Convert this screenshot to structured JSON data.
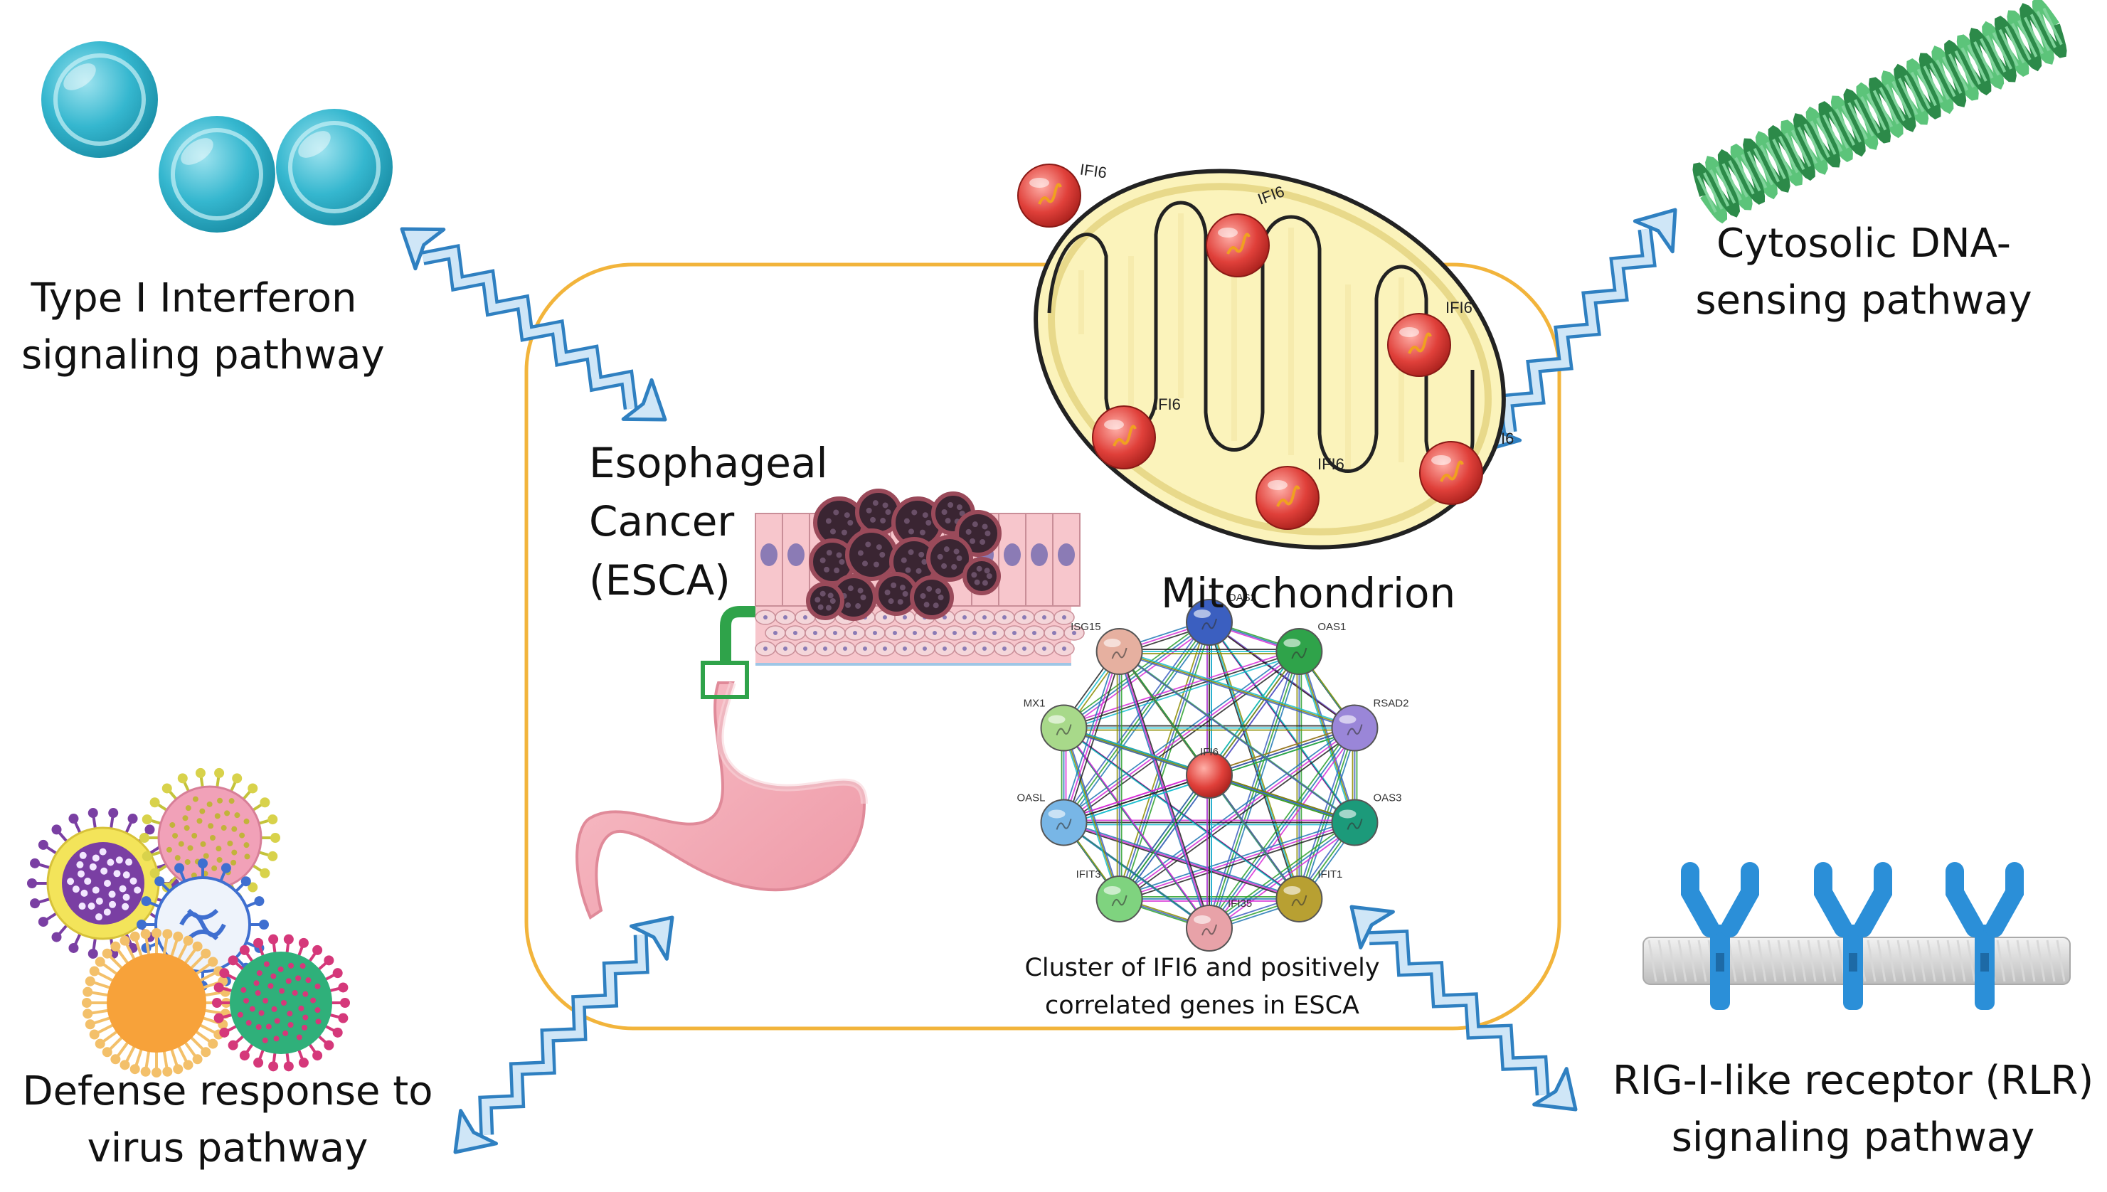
{
  "colors": {
    "frame": "#f2b43b",
    "arrow_fill": "#cfe6f7",
    "arrow_stroke": "#2f80c1",
    "mito_fill": "#fbf3bb",
    "protein_red": "#e0403a",
    "receptor_blue": "#2b8fd8",
    "dna_green": "#3aa85a",
    "stomach_pink": "#f4a9b5"
  },
  "labels": {
    "type1": [
      "Type I Interferon",
      "signaling pathway"
    ],
    "cytosolic": [
      "Cytosolic DNA-",
      "sensing pathway"
    ],
    "defense": [
      "Defense response to",
      "virus pathway"
    ],
    "rlr": [
      "RIG-I-like receptor (RLR)",
      "signaling pathway"
    ],
    "esca": [
      "Esophageal",
      "Cancer",
      "(ESCA)"
    ],
    "mito": "Mitochondrion",
    "cluster_caption": [
      "Cluster of IFI6 and positively",
      "correlated genes in ESCA"
    ]
  },
  "mitochondrion_proteins": [
    "IFI6",
    "IFI6",
    "IFI6",
    "IFI6",
    "IFI6",
    "I6"
  ],
  "network": {
    "center": "IFI6",
    "nodes": [
      {
        "name": "OAS2",
        "color": "#3b5fc0"
      },
      {
        "name": "OAS1",
        "color": "#2fa34a"
      },
      {
        "name": "RSAD2",
        "color": "#9a86d8"
      },
      {
        "name": "OAS3",
        "color": "#1c9a7a"
      },
      {
        "name": "IFIT1",
        "color": "#b8a032"
      },
      {
        "name": "IFI35",
        "color": "#e8a2a8"
      },
      {
        "name": "IFIT3",
        "color": "#7fd37f"
      },
      {
        "name": "OASL",
        "color": "#78b6e6"
      },
      {
        "name": "MX1",
        "color": "#a8d98a"
      },
      {
        "name": "ISG15",
        "color": "#e6b0a0"
      }
    ]
  },
  "icons": {
    "type1": "interferon-spheres-icon",
    "cytosolic": "dna-helix-icon",
    "defense": "virus-cluster-icon",
    "rlr": "membrane-receptor-icon",
    "esophagus": "esophagus-stomach-icon",
    "tissue": "tumor-epithelium-icon",
    "mitochondrion": "mitochondrion-icon",
    "network": "gene-network-icon"
  }
}
